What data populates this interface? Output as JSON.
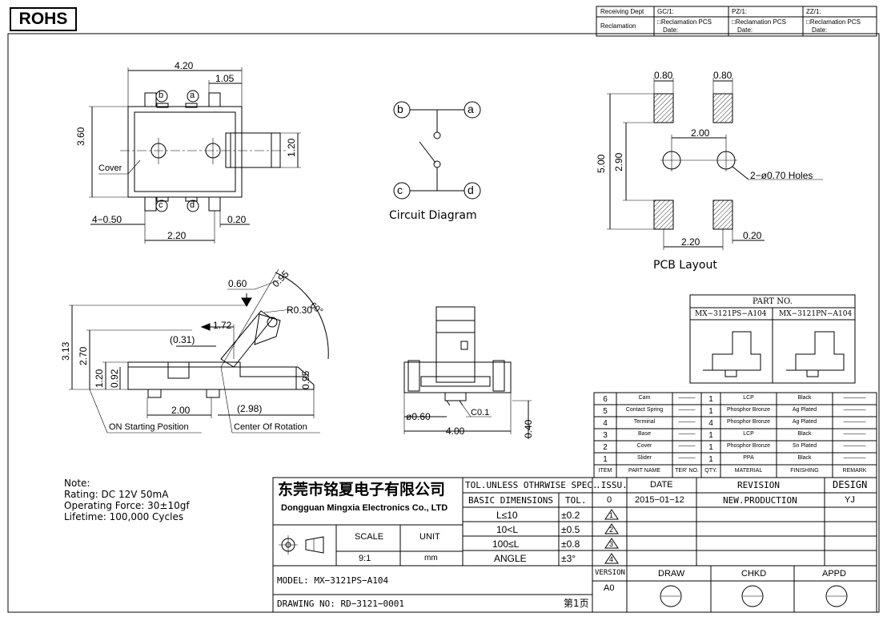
{
  "rohs": "ROHS",
  "receiving": {
    "receiving_dept": "Receiving Dept",
    "reclamation": "Reclamation",
    "cols": [
      {
        "head": "GC/1:",
        "text1": "□Reclamation  PCS",
        "text2": "Date:"
      },
      {
        "head": "PZ/1:",
        "text1": "□Reclamation  PCS",
        "text2": "Date:"
      },
      {
        "head": "ZZ/1:",
        "text1": "□Reclamation  PCS",
        "text2": "Date:"
      }
    ]
  },
  "top_view": {
    "dim_width": "4.20",
    "dim_lead": "1.05",
    "dim_height": "3.60",
    "dim_act": "1.20",
    "dim_pitch": "2.20",
    "dim_pad": "0.20",
    "dim_pins": "4−0.50",
    "cover_label": "Cover",
    "pins": [
      "b",
      "a",
      "c",
      "d"
    ]
  },
  "circuit": {
    "label": "Circuit Diagram",
    "pins": [
      "b",
      "a",
      "c",
      "d"
    ]
  },
  "pcb": {
    "label": "PCB Layout",
    "dim_pad_w1": "0.80",
    "dim_pad_w2": "0.80",
    "dim_hole_pitch": "2.00",
    "dim_height": "5.00",
    "dim_inner": "2.90",
    "holes": "2−ø0.70 Holes",
    "dim_pitch": "2.20",
    "dim_gap": "0.20"
  },
  "side_view": {
    "dim_060": "0.60",
    "dim_095a": "0.95",
    "dim_r030": "R0.30",
    "dim_60deg": "60°",
    "dim_172": "1.72",
    "dim_031": "(0.31)",
    "dim_313": "3.13",
    "dim_270": "2.70",
    "dim_120": "1.20",
    "dim_092": "0.92",
    "dim_095b": "0.95",
    "dim_200": "2.00",
    "dim_298": "(2.98)",
    "on_start": "ON Starting Position",
    "center_rot": "Center Of Rotation"
  },
  "front_view": {
    "dim_060": "ø0.60",
    "dim_c01": "C0.1",
    "dim_400": "4.00",
    "dim_040": "0.40"
  },
  "part_no": {
    "title": "PART NO.",
    "parts": [
      "MX−3121PS−A104",
      "MX−3121PN−A104"
    ]
  },
  "bom": {
    "headers": [
      "ITEM",
      "PART NAME",
      "TER' NO.",
      "QTY.",
      "MATERIAL",
      "FINISHING",
      "REMARK"
    ],
    "rows": [
      {
        "item": "6",
        "name": "Cam",
        "ter": "———",
        "qty": "1",
        "material": "LCP",
        "finishing": "Black",
        "remark": "————"
      },
      {
        "item": "5",
        "name": "Contact Spring",
        "ter": "———",
        "qty": "1",
        "material": "Phosphor Bronze",
        "finishing": "Ag Plated",
        "remark": "————"
      },
      {
        "item": "4",
        "name": "Terminal",
        "ter": "———",
        "qty": "4",
        "material": "Phosphor Bronze",
        "finishing": "Ag Plated",
        "remark": "————"
      },
      {
        "item": "3",
        "name": "Base",
        "ter": "———",
        "qty": "1",
        "material": "LCP",
        "finishing": "Black",
        "remark": "————"
      },
      {
        "item": "2",
        "name": "Cover",
        "ter": "———",
        "qty": "1",
        "material": "Phosphor Bronze",
        "finishing": "Sn Plated",
        "remark": "————"
      },
      {
        "item": "1",
        "name": "Slider",
        "ter": "———",
        "qty": "1",
        "material": "PPA",
        "finishing": "Black",
        "remark": "————"
      }
    ]
  },
  "note": {
    "title": "Note:",
    "lines": [
      "Rating: DC 12V 50mA",
      "Operating Force: 30±10gf",
      "Lifetime:  100,000 Cycles"
    ]
  },
  "title_block": {
    "company_cn": "东莞市铭夏电子有限公司",
    "company_en": "Dongguan Mingxia Electronics Co., LTD",
    "scale_label": "SCALE",
    "unit_label": "UNIT",
    "scale": "9:1",
    "unit": "mm",
    "tol_title": "TOL.UNLESS OTHRWISE SPEC.",
    "basic_dim": "BASIC DIMENSIONS",
    "tol": "TOL.",
    "tol_rows": [
      {
        "range": "L≤10",
        "tol": "±0.2"
      },
      {
        "range": "10<L",
        "tol": "±0.5"
      },
      {
        "range": "100≤L",
        "tol": "±0.8"
      },
      {
        "range": "ANGLE",
        "tol": "±3°"
      }
    ],
    "issu": ".ISSU.",
    "date": "DATE",
    "revision": "REVISION",
    "design": "DESIGN",
    "issu_val": "0",
    "date_val": "2015−01−12",
    "revision_val": "NEW.PRODUCTION",
    "design_val": "YJ",
    "rev_marks": [
      "1",
      "2",
      "3",
      "4"
    ],
    "model": "MODEL:  MX−3121PS−A104",
    "drawing_no": "DRAWING NO:  RD−3121−0001",
    "page": "第1页",
    "version": "VERSION",
    "version_val": "A0",
    "draw": "DRAW",
    "chkd": "CHKD",
    "appd": "APPD"
  }
}
